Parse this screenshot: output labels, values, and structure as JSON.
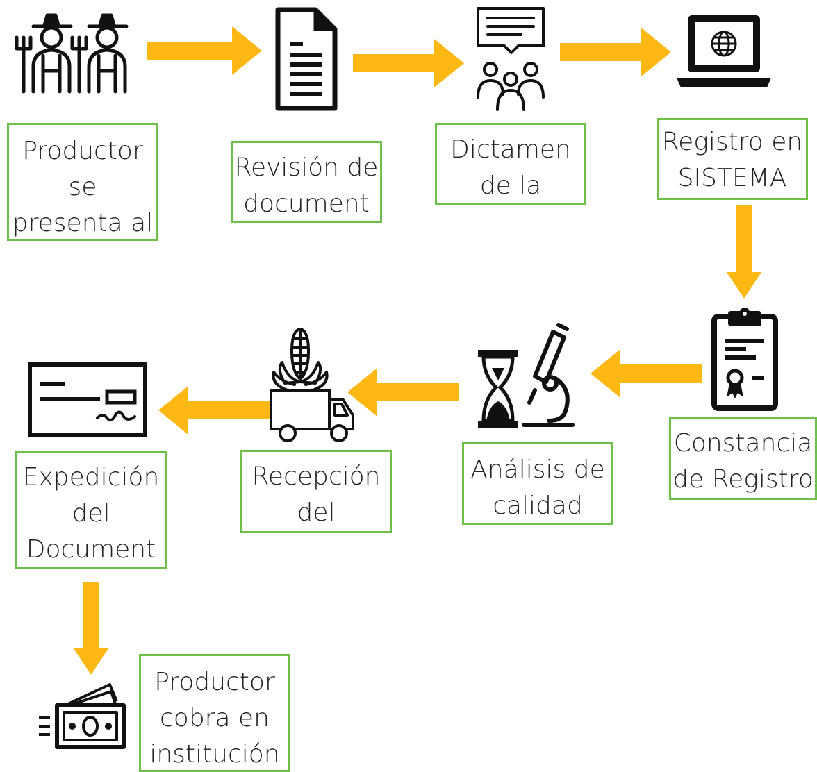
{
  "accent_color": "#fdb813",
  "box_border_color": "#6fc04a",
  "steps": [
    {
      "icon": "farmers-icon",
      "lines": [
        "Productor",
        "se",
        "presenta al"
      ]
    },
    {
      "icon": "document-icon",
      "lines": [
        "Revisión de",
        "document"
      ]
    },
    {
      "icon": "meeting-icon",
      "lines": [
        "Dictamen",
        "de la"
      ]
    },
    {
      "icon": "laptop-globe-icon",
      "lines": [
        "Registro en",
        "SISTEMA"
      ]
    },
    {
      "icon": "clipboard-certificate-icon",
      "lines": [
        "Constancia",
        "de Registro"
      ]
    },
    {
      "icon": "hourglass-microscope-icon",
      "lines": [
        "Análisis de",
        "calidad"
      ]
    },
    {
      "icon": "corn-truck-icon",
      "lines": [
        "Recepción",
        "del"
      ]
    },
    {
      "icon": "check-icon",
      "lines": [
        "Expedición",
        "del",
        "Document"
      ]
    },
    {
      "icon": "cash-icon",
      "lines": [
        "Productor",
        "cobra en",
        "institución"
      ]
    }
  ]
}
